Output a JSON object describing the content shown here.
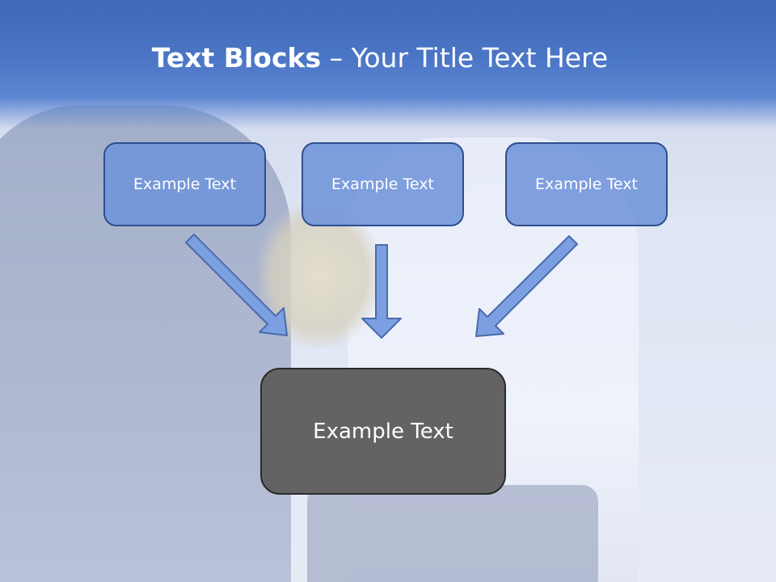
{
  "title": {
    "bold": "Text Blocks",
    "separator": " – ",
    "rest": "Your Title Text Here"
  },
  "blocks": [
    {
      "label": "Example Text"
    },
    {
      "label": "Example Text"
    },
    {
      "label": "Example Text"
    }
  ],
  "target": {
    "label": "Example Text"
  },
  "colors": {
    "title_band": "#4b76c6",
    "block_fill": "#7094da",
    "block_border": "#2e4f8f",
    "target_fill": "#636363",
    "arrow_fill": "#7b9fe0"
  }
}
